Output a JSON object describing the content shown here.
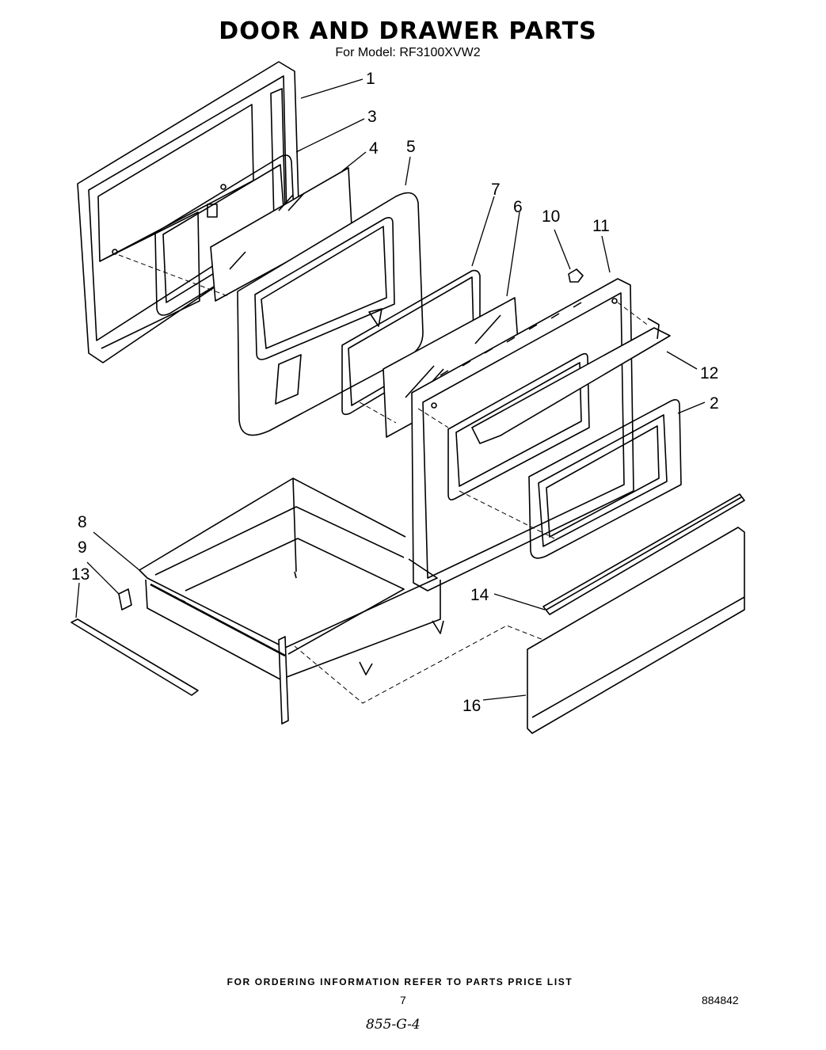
{
  "header": {
    "title": "DOOR AND DRAWER PARTS",
    "subtitle": "For Model: RF3100XVW2"
  },
  "callouts": [
    {
      "id": "c1",
      "label": "1"
    },
    {
      "id": "c3",
      "label": "3"
    },
    {
      "id": "c4",
      "label": "4"
    },
    {
      "id": "c5",
      "label": "5"
    },
    {
      "id": "c7",
      "label": "7"
    },
    {
      "id": "c6",
      "label": "6"
    },
    {
      "id": "c10",
      "label": "10"
    },
    {
      "id": "c11",
      "label": "11"
    },
    {
      "id": "c12",
      "label": "12"
    },
    {
      "id": "c2",
      "label": "2"
    },
    {
      "id": "c8",
      "label": "8"
    },
    {
      "id": "c9",
      "label": "9"
    },
    {
      "id": "c13",
      "label": "13"
    },
    {
      "id": "c14",
      "label": "14"
    },
    {
      "id": "c16",
      "label": "16"
    }
  ],
  "footer": {
    "ordering_note": "FOR ORDERING INFORMATION REFER TO PARTS PRICE LIST",
    "page_number": "7",
    "doc_number": "884842",
    "handwritten_note": "855-G-4"
  }
}
